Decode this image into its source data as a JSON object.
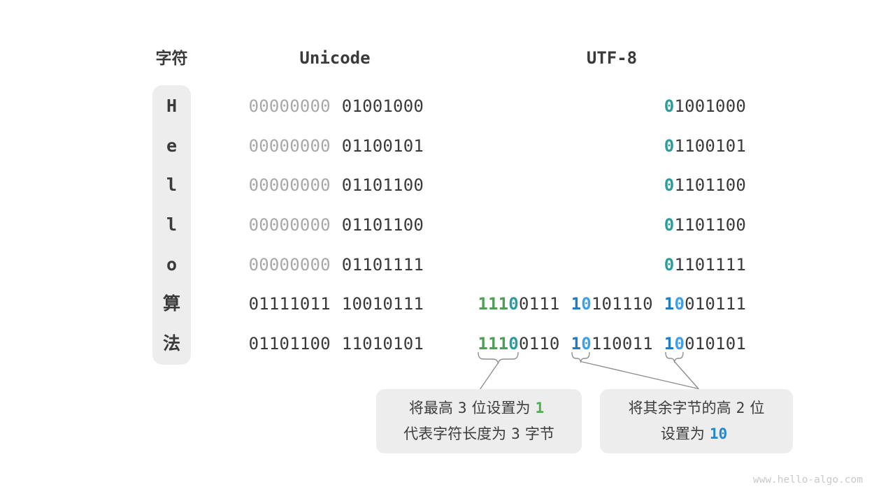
{
  "header": {
    "char": "字符",
    "unicode": "Unicode",
    "utf8": "UTF-8"
  },
  "rows": [
    {
      "char": "H",
      "uni_hi": "00000000",
      "uni_lo": "01001000",
      "u8_pre": "0",
      "u8_rest": "1001000"
    },
    {
      "char": "e",
      "uni_hi": "00000000",
      "uni_lo": "01100101",
      "u8_pre": "0",
      "u8_rest": "1100101"
    },
    {
      "char": "l",
      "uni_hi": "00000000",
      "uni_lo": "01101100",
      "u8_pre": "0",
      "u8_rest": "1101100"
    },
    {
      "char": "l",
      "uni_hi": "00000000",
      "uni_lo": "01101100",
      "u8_pre": "0",
      "u8_rest": "1101100"
    },
    {
      "char": "o",
      "uni_hi": "00000000",
      "uni_lo": "01101111",
      "u8_pre": "0",
      "u8_rest": "1101111"
    },
    {
      "char": "算",
      "uni_hi": "01111011",
      "uni_lo": "10010111",
      "b1_ones": "111",
      "b1_zero": "0",
      "b1_rest": "0111",
      "b2_one": "1",
      "b2_zero": "0",
      "b2_rest": "101110",
      "b3_one": "1",
      "b3_zero": "0",
      "b3_rest": "010111"
    },
    {
      "char": "法",
      "uni_hi": "01101100",
      "uni_lo": "11010101",
      "b1_ones": "111",
      "b1_zero": "0",
      "b1_rest": "0110",
      "b2_one": "1",
      "b2_zero": "0",
      "b2_rest": "110011",
      "b3_one": "1",
      "b3_zero": "0",
      "b3_rest": "010101"
    }
  ],
  "callouts": {
    "left": {
      "t1": "将最高",
      "n1": "3",
      "t2": "位设置为",
      "n2": "1",
      "l2t1": "代表字符长度为",
      "l2n1": "3",
      "l2t2": "字节"
    },
    "right": {
      "t1": "将其余字节的高",
      "n1": "2",
      "t2": "位",
      "l2t1": "设置为",
      "l2n1": "10"
    }
  },
  "colors": {
    "dark": "#3a3a3a",
    "muted_gray": "#a8a8a8",
    "green_prefix": "#4f9e55",
    "teal_zero": "#2a9d9b",
    "blue_one": "#1b7ec9",
    "blue_zero": "#3f9fe8",
    "callout_green": "#4caf50",
    "callout_blue": "#1e88d2",
    "panel_bg": "#ededed"
  },
  "watermark": "www.hello-algo.com"
}
